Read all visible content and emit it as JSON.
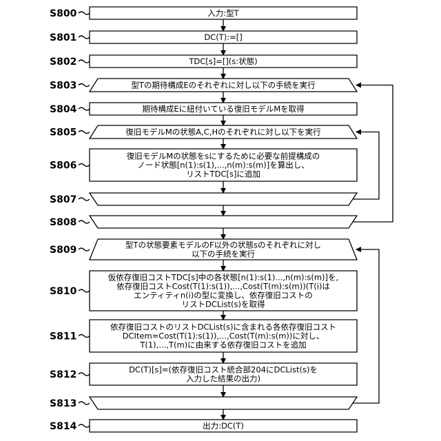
{
  "steps": [
    {
      "id": "S800",
      "lines": [
        "入力:型T"
      ]
    },
    {
      "id": "S801",
      "lines": [
        "DC(T):=[]"
      ]
    },
    {
      "id": "S802",
      "lines": [
        "TDC[s]=[](s:状態)"
      ]
    },
    {
      "id": "S803",
      "lines": [
        "型Tの期待構成Eのそれぞれに対し以下の手続を実行"
      ]
    },
    {
      "id": "S804",
      "lines": [
        "期待構成Eに紐付いている復旧モデルMを取得"
      ]
    },
    {
      "id": "S805",
      "lines": [
        "復旧モデルMの状態A,C,Hのそれぞれに対し以下を実行"
      ]
    },
    {
      "id": "S806",
      "lines": [
        "復旧モデルMの状態をsにするために必要な前提構成の",
        "ノード状態[n(1):s(1),...,n(m):s(m)]を算出し、",
        "リストTDC[s]に追加"
      ]
    },
    {
      "id": "S807",
      "lines": []
    },
    {
      "id": "S808",
      "lines": []
    },
    {
      "id": "S809",
      "lines": [
        "型Tの状態要素モデルのF以外の状態sのそれぞれに対し",
        "以下の手続を実行"
      ]
    },
    {
      "id": "S810",
      "lines": [
        "仮依存復旧コストTDC[s]中の各状態[n(1):s(1)...,n(m):s(m)]を,",
        "依存復旧コストCost(T(1):s(1)),...,Cost(T(m):s(m))(T(i)は",
        "エンティティn(i)の型に変換し、依存復旧コストの",
        "リストDCList(s)を取得"
      ]
    },
    {
      "id": "S811",
      "lines": [
        "依存復旧コストのリストDCList(s)に含まれる各依存復旧コスト",
        "DCItem=Cost(T(1):s(1)),...,Cost(T(m):s(m))に対し、",
        "T(1),...,T(m)に由来する依存復旧コストを追加"
      ]
    },
    {
      "id": "S812",
      "lines": [
        "DC(T)[s]=(依存復旧コスト統合部204にDCList(s)を",
        "入力した結果の出力)"
      ]
    },
    {
      "id": "S813",
      "lines": []
    },
    {
      "id": "S814",
      "lines": [
        "出力:DC(T)"
      ]
    }
  ]
}
